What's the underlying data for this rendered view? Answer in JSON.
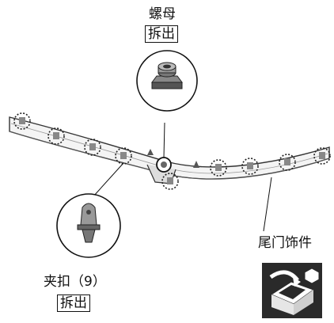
{
  "callouts": {
    "nut": {
      "name": "螺母",
      "action": "拆出"
    },
    "clip": {
      "name": "夹扣（9）",
      "action": "拆出"
    },
    "trim": {
      "name": "尾门饰件"
    }
  },
  "icons": {
    "nut_part": "hex-nut-icon",
    "clip_part": "retaining-clip-icon",
    "install_symbol": "install-into-box-icon"
  }
}
